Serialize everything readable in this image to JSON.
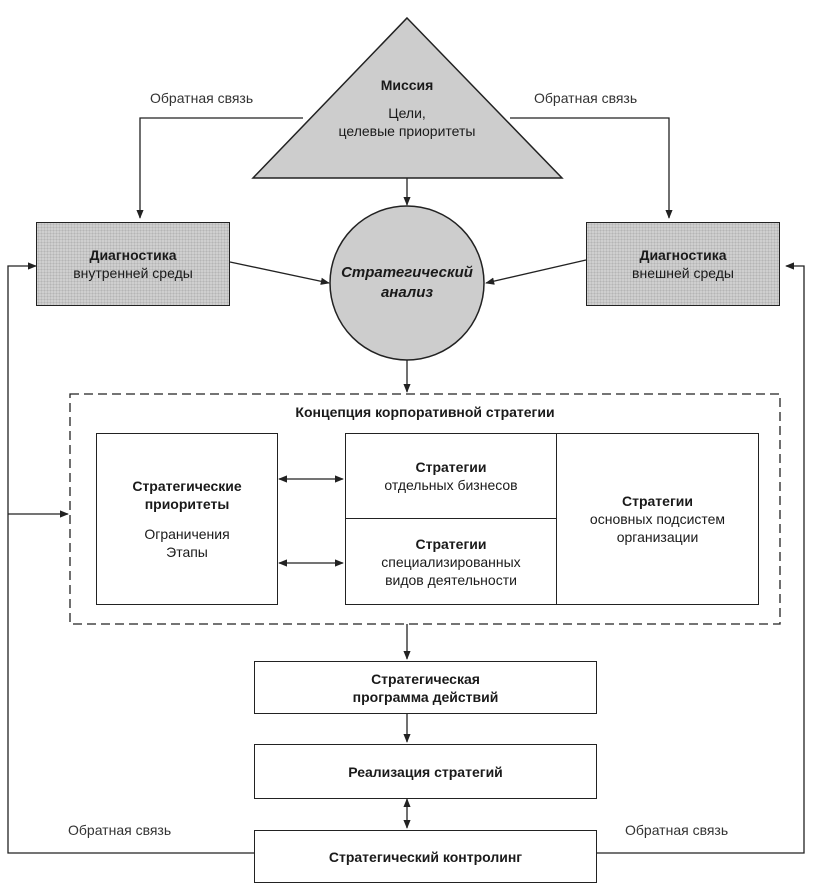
{
  "title": "Стратегический менеджмент — схема",
  "feedback_label": "Обратная связь",
  "labels": {
    "feedback_top_left": "Обратная связь",
    "feedback_top_right": "Обратная связь",
    "feedback_bottom_left": "Обратная связь",
    "feedback_bottom_right": "Обратная связь"
  },
  "mission": {
    "title": "Миссия",
    "line1": "Цели,",
    "line2": "целевые приоритеты"
  },
  "diag_internal": {
    "title": "Диагностика",
    "subtitle": "внутренней среды"
  },
  "diag_external": {
    "title": "Диагностика",
    "subtitle": "внешней среды"
  },
  "analysis": {
    "line1": "Стратегический",
    "line2": "анализ"
  },
  "concept": {
    "title": "Концепция корпоративной стратегии",
    "priorities": {
      "title1": "Стратегические",
      "title2": "приоритеты",
      "line1": "Ограничения",
      "line2": "Этапы"
    },
    "business": {
      "title": "Стратегии",
      "subtitle": "отдельных бизнесов"
    },
    "specialized": {
      "title": "Стратегии",
      "line1": "специализированных",
      "line2": "видов деятельности"
    },
    "subsystems": {
      "title": "Стратегии",
      "line1": "основных подсистем",
      "line2": "организации"
    }
  },
  "program": {
    "line1": "Стратегическая",
    "line2": "программа действий"
  },
  "implementation": {
    "label": "Реализация стратегий"
  },
  "controlling": {
    "label": "Стратегический контролинг"
  }
}
